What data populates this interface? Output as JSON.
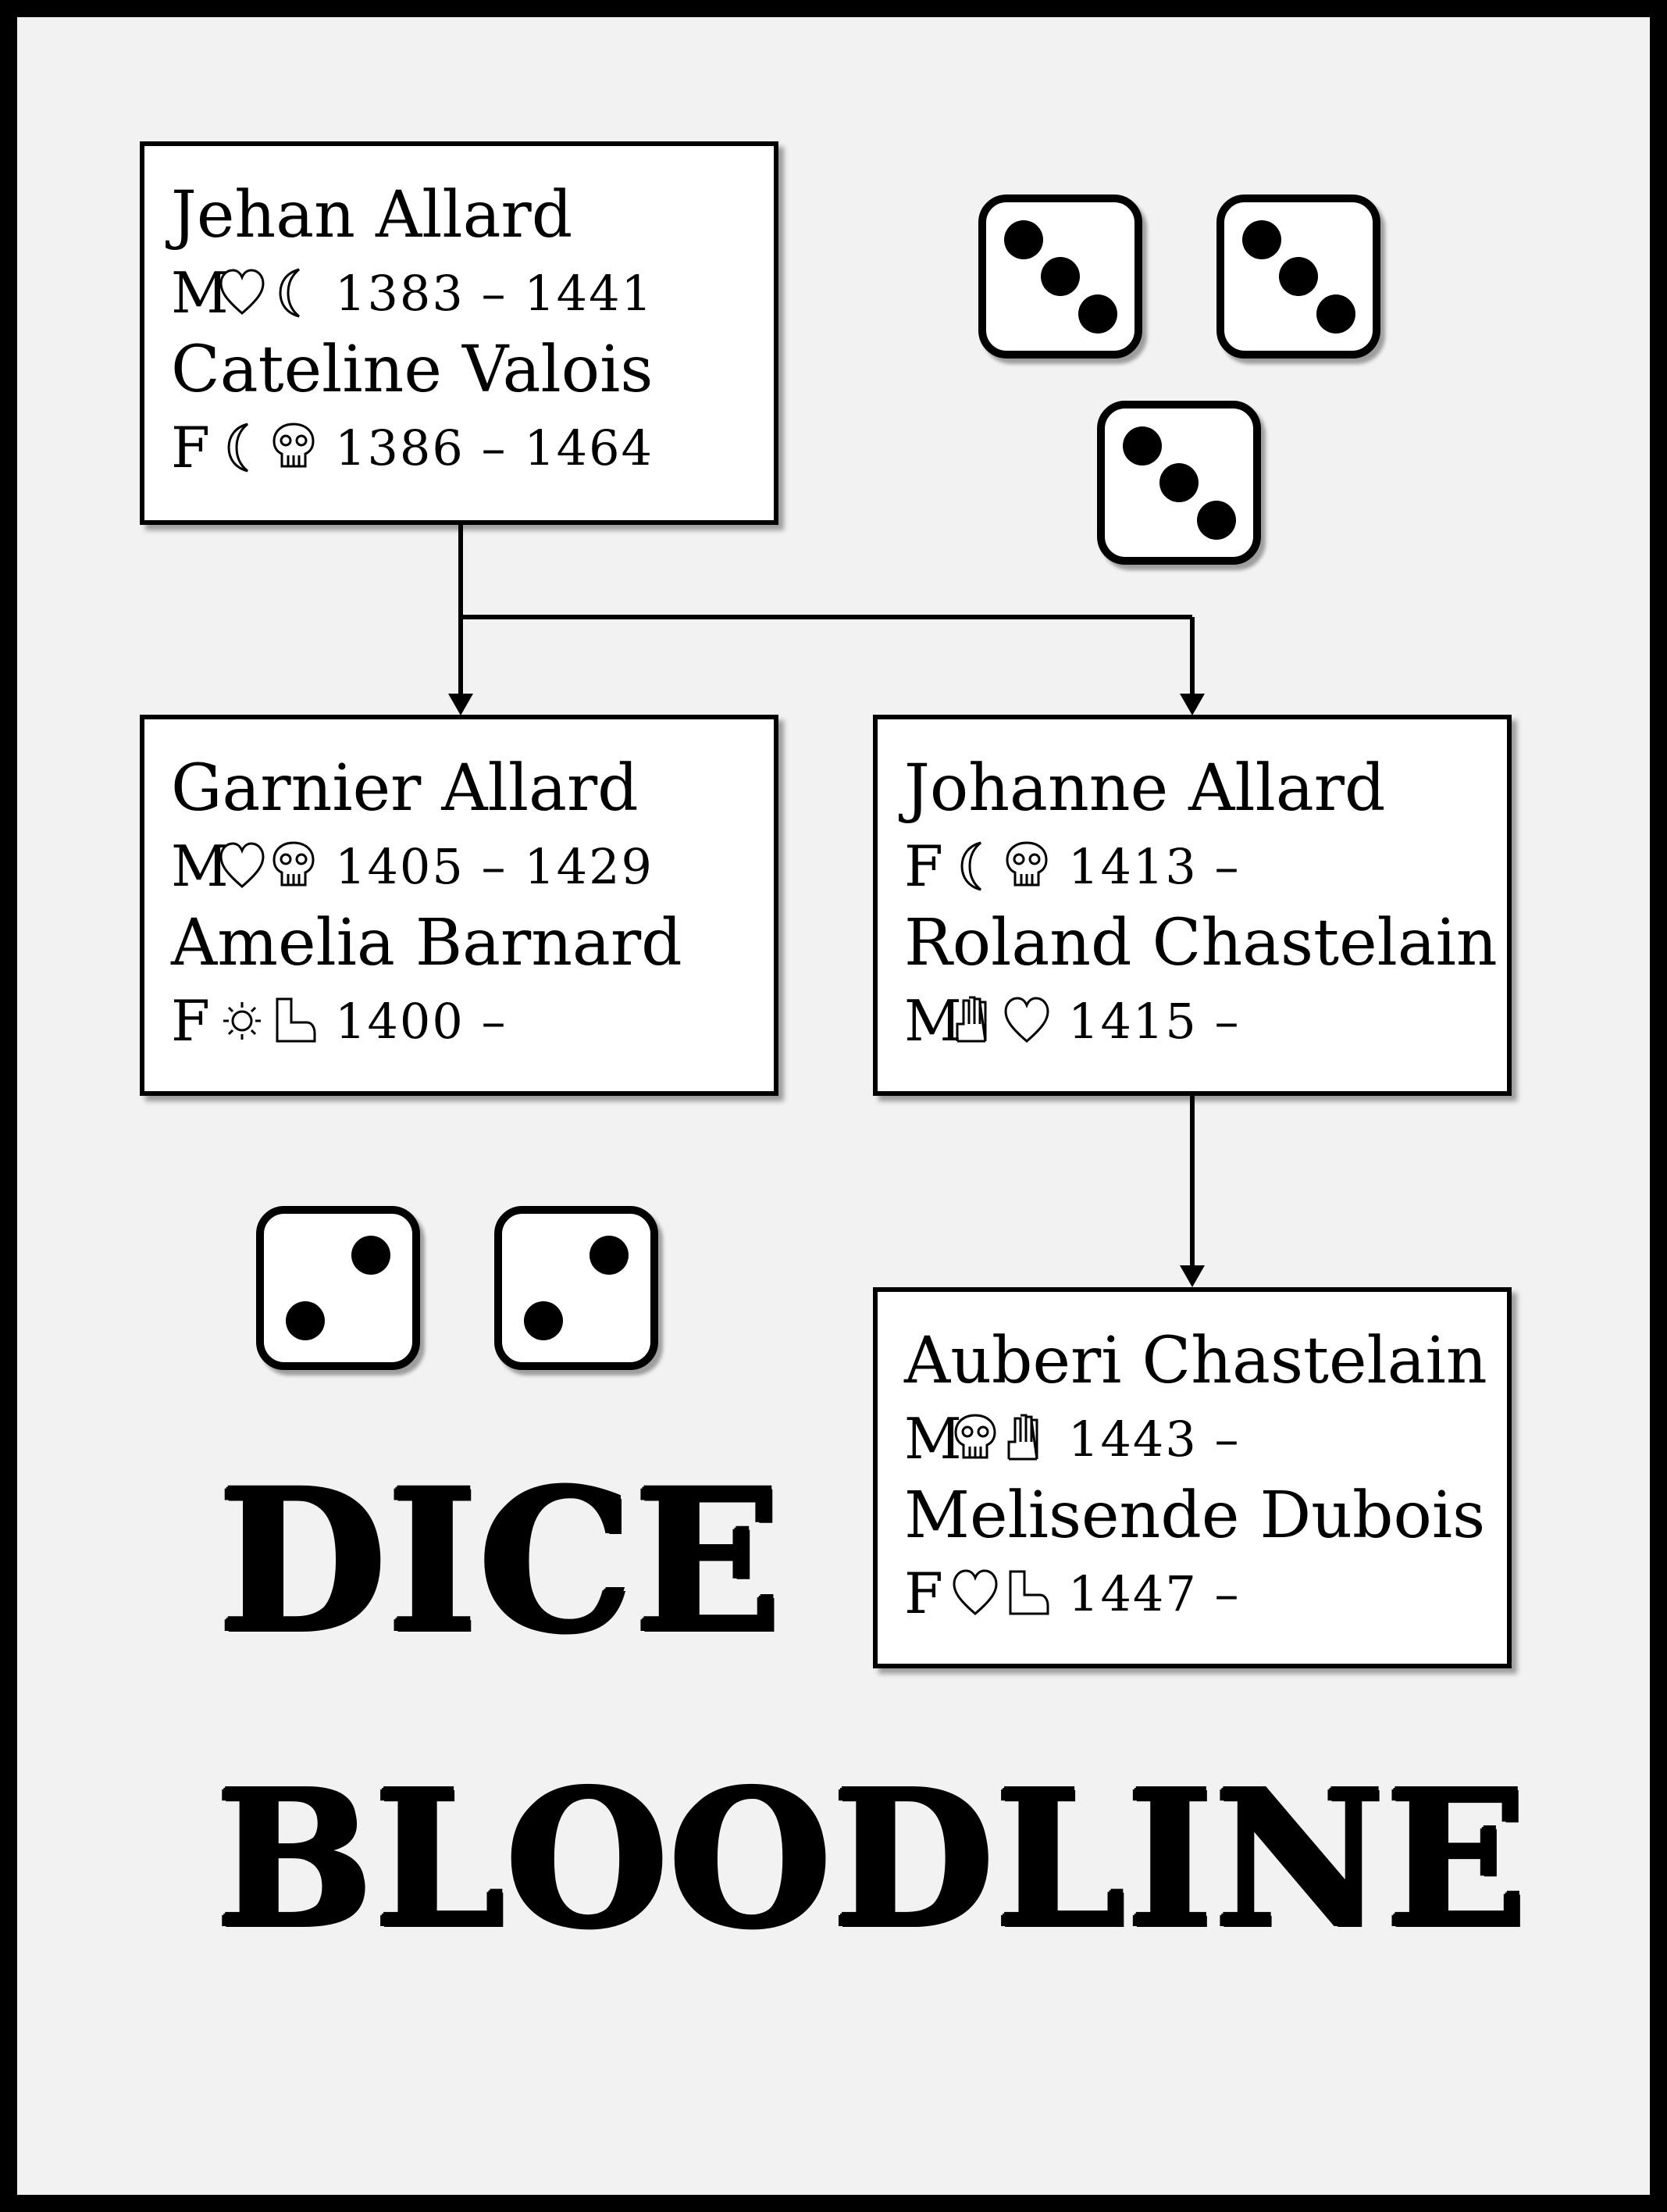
{
  "title": {
    "line1": "DICE",
    "line2": "BLOODLINE"
  },
  "families": [
    {
      "person1": {
        "name": "Jehan Allard",
        "sex": "M",
        "symbols": [
          "heart-icon",
          "moon-icon"
        ],
        "years": "1383 – 1441"
      },
      "person2": {
        "name": "Cateline Valois",
        "sex": "F",
        "symbols": [
          "moon-icon",
          "skull-icon"
        ],
        "years": "1386 – 1464"
      }
    },
    {
      "person1": {
        "name": "Garnier Allard",
        "sex": "M",
        "symbols": [
          "heart-icon",
          "skull-icon"
        ],
        "years": "1405 – 1429"
      },
      "person2": {
        "name": "Amelia Barnard",
        "sex": "F",
        "symbols": [
          "sun-icon",
          "boot-icon"
        ],
        "years": "1400 –"
      }
    },
    {
      "person1": {
        "name": "Johanne Allard",
        "sex": "F",
        "symbols": [
          "moon-icon",
          "skull-icon"
        ],
        "years": "1413 –"
      },
      "person2": {
        "name": "Roland Chastelain",
        "sex": "M",
        "symbols": [
          "hand-icon",
          "heart-icon"
        ],
        "years": "1415 –"
      }
    },
    {
      "person1": {
        "name": "Auberi Chastelain",
        "sex": "M",
        "symbols": [
          "skull-icon",
          "hand-icon"
        ],
        "years": "1443 –"
      },
      "person2": {
        "name": "Melisende Dubois",
        "sex": "F",
        "symbols": [
          "heart-icon",
          "boot-icon"
        ],
        "years": "1447 –"
      }
    }
  ],
  "dice": [
    {
      "value": 3
    },
    {
      "value": 3
    },
    {
      "value": 3
    },
    {
      "value": 2
    },
    {
      "value": 2
    }
  ]
}
